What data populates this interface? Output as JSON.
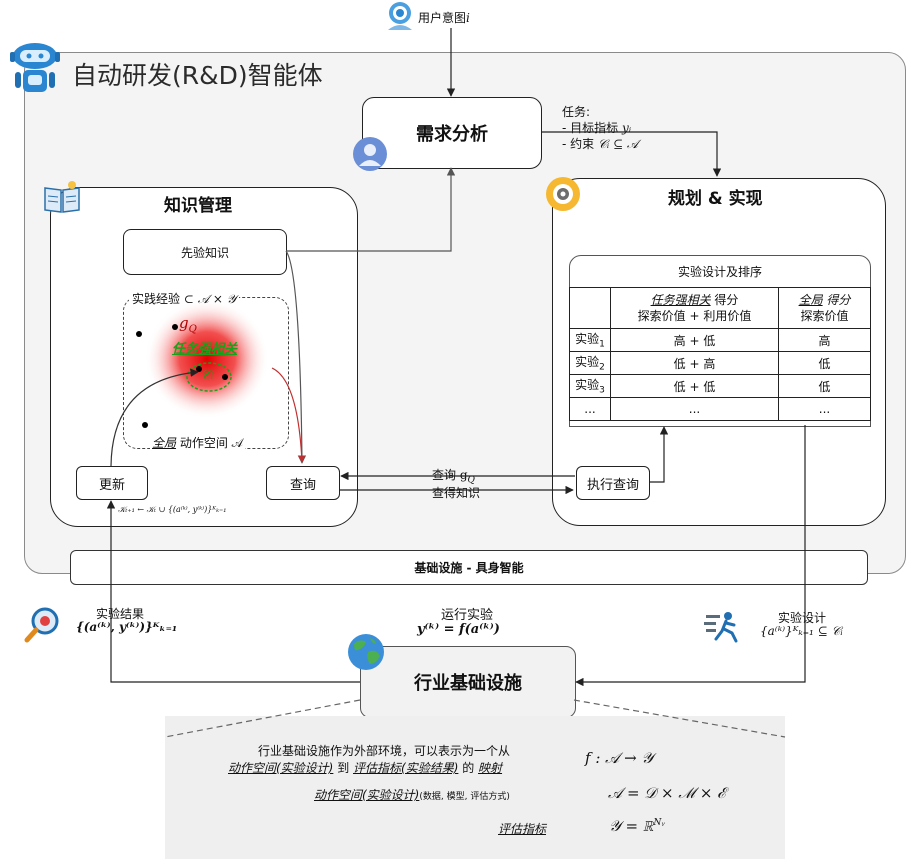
{
  "agent": {
    "title": "自动研发(R&D)智能体"
  },
  "user_intent": {
    "label": "用户意图",
    "var": "i"
  },
  "requirement": {
    "title": "需求分析"
  },
  "task": {
    "header": "任务:",
    "line1_label": "- 目标指标",
    "line1_var": "yᵢ",
    "line2_label": "- 约束",
    "line2_expr": "𝒞ᵢ ⊆ 𝒜"
  },
  "knowledge": {
    "title": "知识管理",
    "prior": "先验知识",
    "practice_label": "实践经验",
    "practice_expr": "⊂ 𝒜 × 𝒴",
    "gq": "g",
    "gq_sub": "Q",
    "task_related": "任务强相关",
    "ci": "𝒞ᵢ",
    "global_word": "全局",
    "global_rest": "动作空间 𝒜",
    "update": "更新",
    "query": "查询",
    "update_formula": "𝒦ₜ₊₁ ← 𝒦ₜ ∪ {(a⁽ᵏ⁾, y⁽ᵏ⁾)}ᴷₖ₌₁"
  },
  "planning": {
    "title": "规划 & 实现",
    "table_title": "实验设计及排序",
    "col2_header_a": "任务强相关",
    "col2_header_b": " 得分",
    "col2_header_c": "探索价值 + 利用价值",
    "col3_header_a": "全局",
    "col3_header_b": " 得分",
    "col3_header_c": "探索价值",
    "rows": [
      {
        "name": "实验",
        "sub": "1",
        "score": "高 + 低",
        "global": "高"
      },
      {
        "name": "实验",
        "sub": "2",
        "score": "低 + 高",
        "global": "低"
      },
      {
        "name": "实验",
        "sub": "3",
        "score": "低 + 低",
        "global": "低"
      },
      {
        "name": "...",
        "sub": "",
        "score": "...",
        "global": "..."
      }
    ],
    "exec_query": "执行查询"
  },
  "query_flow": {
    "query_gq": "查询 g",
    "query_sub": "Q",
    "got_knowledge": "查得知识"
  },
  "infra": {
    "title": "基础设施 - 具身智能"
  },
  "experiment_result": {
    "label": "实验结果",
    "formula": "{(a⁽ᵏ⁾, y⁽ᵏ⁾)}ᴷₖ₌₁"
  },
  "run_experiment": {
    "label": "运行实验",
    "formula": "y⁽ᵏ⁾ = f(a⁽ᵏ⁾)"
  },
  "experiment_design": {
    "label": "实验设计",
    "formula": "{a⁽ᵏ⁾}ᴷₖ₌₁ ⊆ 𝒞ᵢ"
  },
  "industry": {
    "title": "行业基础设施"
  },
  "notes": {
    "line1": "行业基础设施作为外部环境，可以表示为一个从",
    "line2_a": "动作空间(实验设计)",
    "line2_b": " 到 ",
    "line2_c": "评估指标(实验结果)",
    "line2_d": " 的 ",
    "line2_e": "映射",
    "line3_a": "动作空间(实验设计)",
    "line3_b": "(数据, 模型, 评估方式)",
    "line4_a": "评估指标",
    "f1": "f : 𝒜 → 𝒴",
    "f2": "𝒜 = 𝒟 × ℳ × ℰ",
    "f3": "𝒴 = ℝ",
    "f3_sup": "Nᵧ"
  },
  "colors": {
    "accent_green": "#1aa01a",
    "heat_red": "#e00000",
    "icon_blue": "#1f6fb2"
  }
}
